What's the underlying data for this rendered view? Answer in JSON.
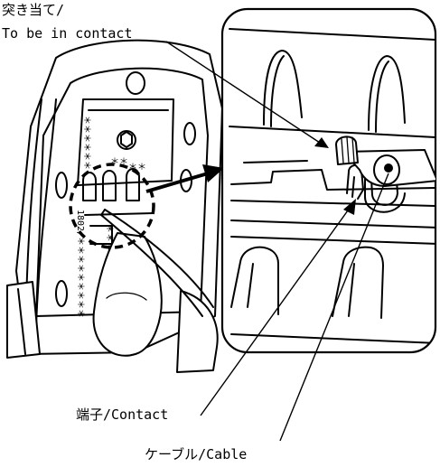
{
  "labels": {
    "contact_top_jp": "突き当て/",
    "contact_top_en": "To be in contact",
    "terminal": "端子/Contact",
    "cable": "ケーブル/Cable"
  },
  "device_markings": {
    "side_text": "＊＊＊＊＊＊",
    "vertical_text": "＊＊＊＊＊＊＊＊＊",
    "model_text": "1802/",
    "small_marks": "＊＊",
    "bottom_marks": "＊＊＊＊＊"
  },
  "colors": {
    "ink": "#000000",
    "background": "#ffffff"
  }
}
